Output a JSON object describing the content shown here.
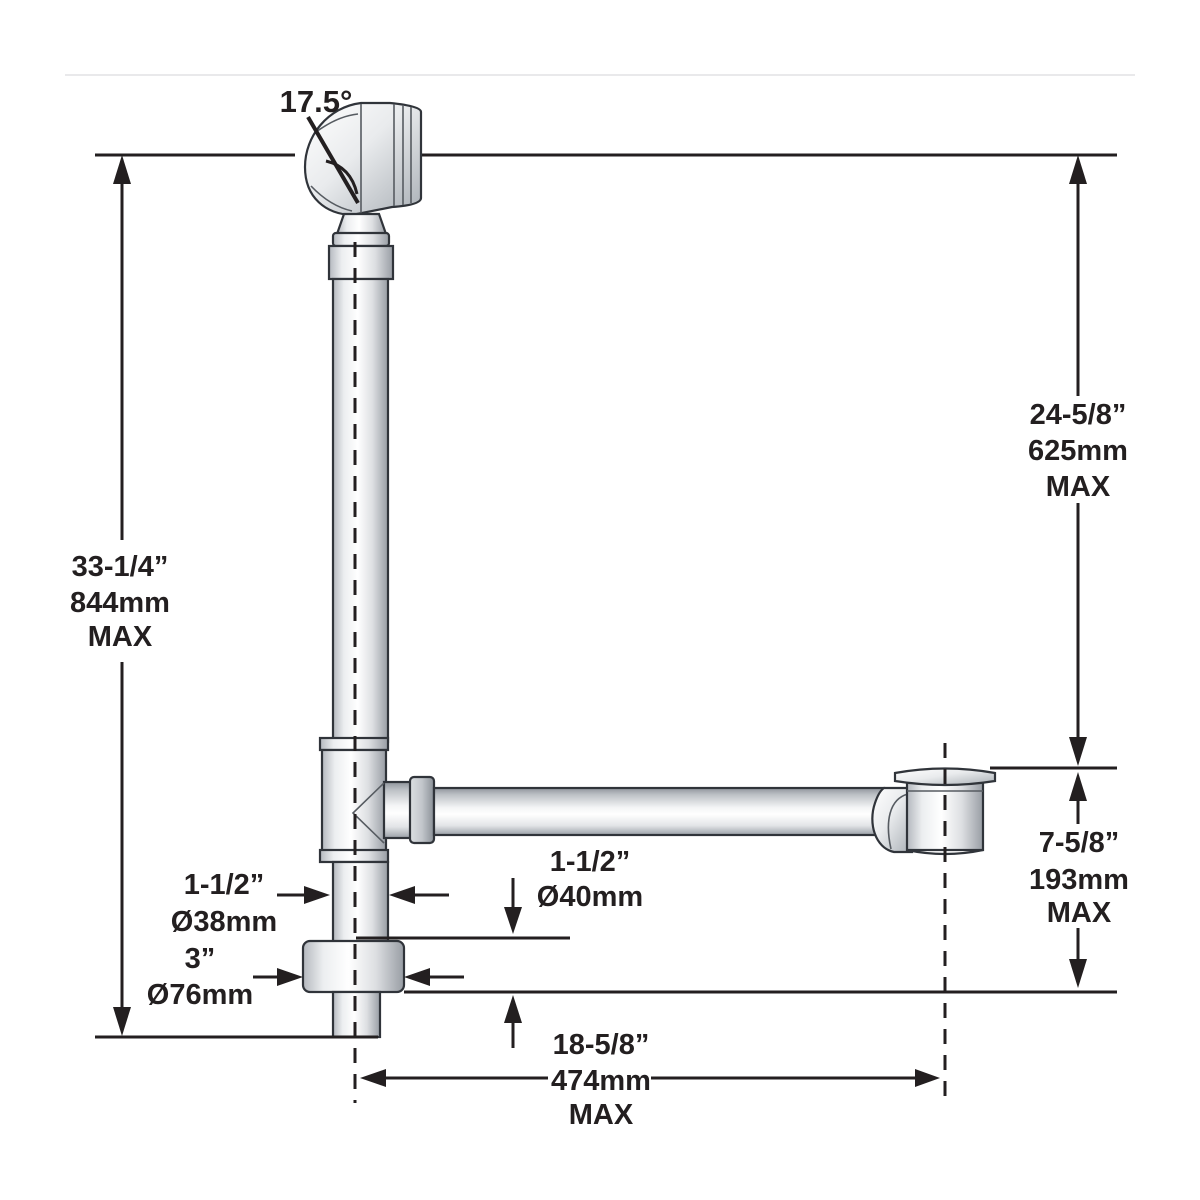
{
  "diagram_title": "bath-waste-overflow-drain-dimensions",
  "colors": {
    "line": "#231f20",
    "pipe_outline": "#30343a",
    "pipe_highlight": "#ffffff",
    "pipe_shadow": "#9aa0a7",
    "background": "#ffffff",
    "faint_rule": "#e9e9eb"
  },
  "annotations": {
    "elbow_angle": {
      "value": "17.5°"
    },
    "overall_height": {
      "inches": "33-1/4”",
      "mm": "844mm",
      "qualifier": "MAX"
    },
    "overflow_to_drain_height": {
      "inches": "24-5/8”",
      "mm": "625mm",
      "qualifier": "MAX"
    },
    "drain_drop": {
      "inches": "7-5/8”",
      "mm": "193mm",
      "qualifier": "MAX"
    },
    "horizontal_run": {
      "inches": "18-5/8”",
      "mm": "474mm",
      "qualifier": "MAX"
    },
    "overflow_pipe_diameter": {
      "inches": "1-1/2”",
      "mm": "Ø38mm"
    },
    "waste_pipe_diameter": {
      "inches": "1-1/2”",
      "mm": "Ø40mm"
    },
    "drain_body_diameter": {
      "inches": "3”",
      "mm": "Ø76mm"
    }
  }
}
